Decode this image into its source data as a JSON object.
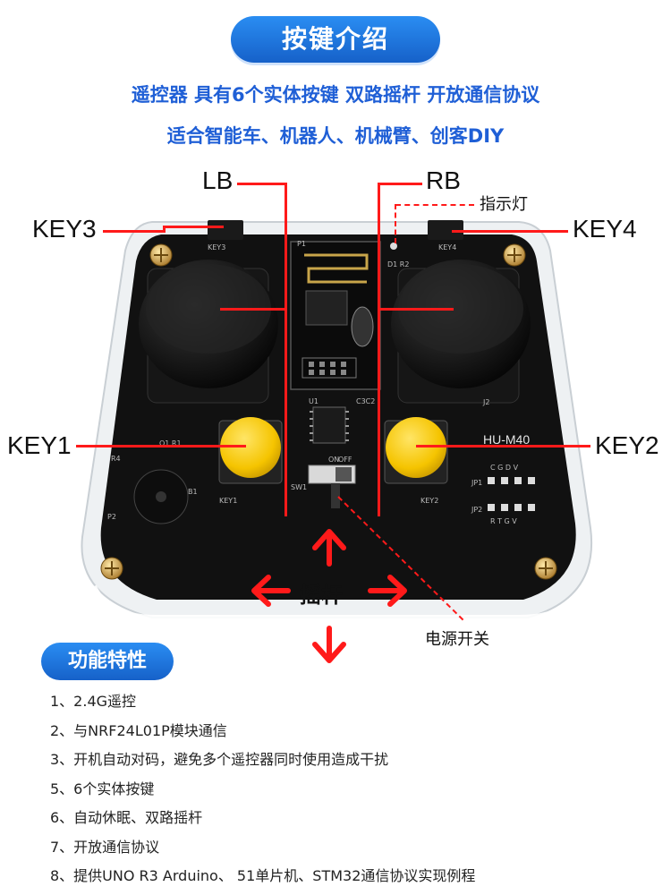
{
  "title": "按键介绍",
  "intro": {
    "line1": "遥控器 具有6个实体按键  双路摇杆 开放通信协议",
    "line2": "适合智能车、机器人、机械臂、创客DIY"
  },
  "labels": {
    "lb": "LB",
    "rb": "RB",
    "indicator": "指示灯",
    "key3": "KEY3",
    "key4": "KEY4",
    "key1": "KEY1",
    "key2": "KEY2",
    "joystick": "摇杆",
    "power_switch": "电源开关"
  },
  "board": {
    "model": "HU-M40",
    "silk_key3": "KEY3",
    "silk_key4": "KEY4",
    "silk_key1": "KEY1",
    "silk_key2": "KEY2",
    "silk_on": "ON",
    "silk_off": "OFF",
    "silk_sw1": "SW1",
    "silk_jp1": "JP1",
    "silk_jp2": "JP2",
    "silk_cgdv": "C G D V",
    "silk_rtgv": "R T G V",
    "silk_u1": "U1",
    "silk_b1": "B1",
    "silk_p1": "P1",
    "silk_p2": "P2",
    "silk_d1r2": "D1 R2",
    "silk_q1r1": "Q1 R1",
    "silk_r4": "R4",
    "silk_c3c2": "C3C2",
    "silk_j2": "J2"
  },
  "features_title": "功能特性",
  "features": [
    "1、2.4G遥控",
    "2、与NRF24L01P模块通信",
    "3、开机自动对码，避免多个遥控器同时使用造成干扰",
    "5、6个实体按键",
    "6、自动休眠、双路摇杆",
    "7、开放通信协议",
    "8、提供UNO R3 Arduino、 51单片机、STM32通信协议实现例程"
  ],
  "colors": {
    "accent_blue": "#1f5fd6",
    "pill_blue": "#1a73e0",
    "pointer_red": "#ff1a1a",
    "board_black": "#111111",
    "button_yellow": "#f5c400"
  }
}
